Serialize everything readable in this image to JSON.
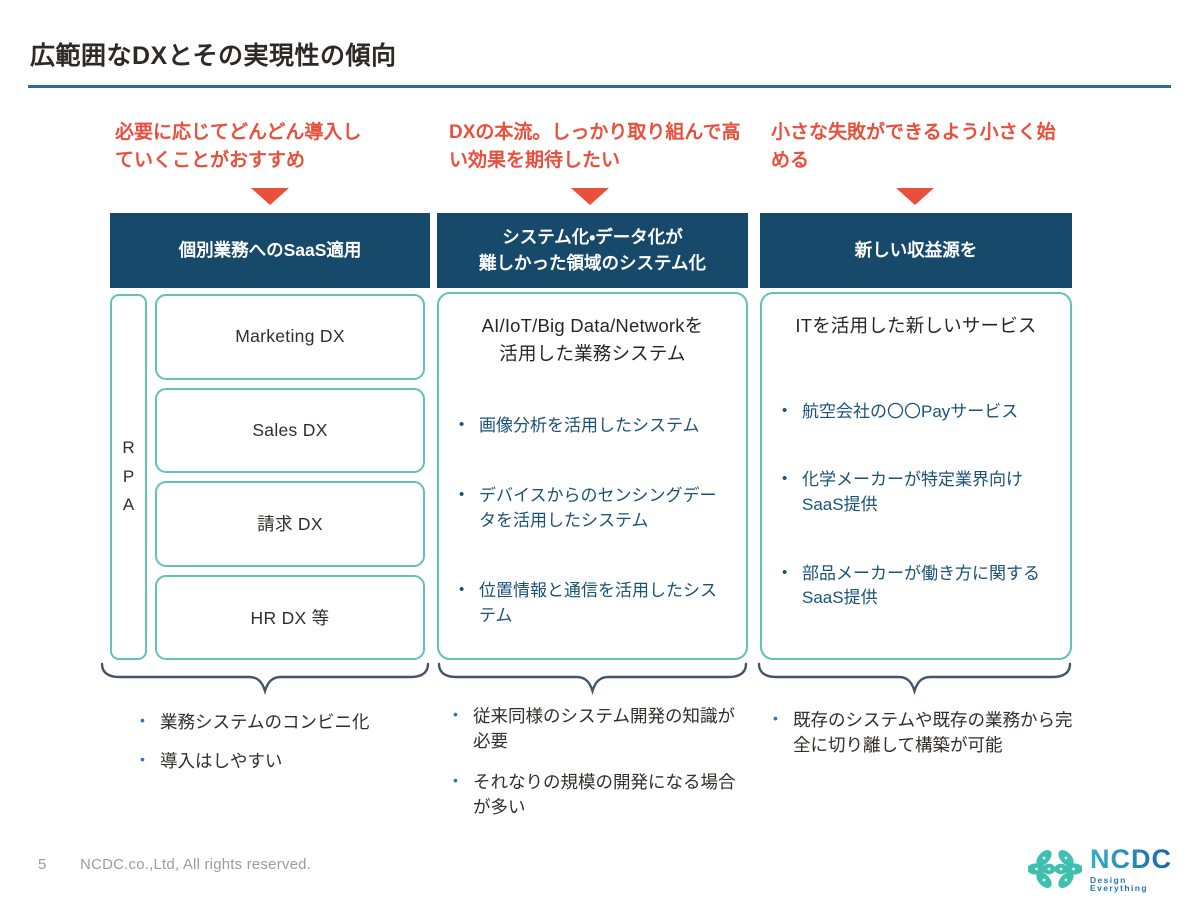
{
  "slide": {
    "title": "広範囲なDXとその実現性の傾向",
    "page_number": "5",
    "copyright": "NCDC.co.,Ltd, All rights reserved."
  },
  "colors": {
    "header_navy": "#17496b",
    "box_border_teal": "#62c2b5",
    "annotation_red": "#e8503c",
    "title_rule_blue": "#2e6b93",
    "content_text_blue": "#1a5278",
    "brace_gray": "#44546a"
  },
  "columns": [
    {
      "annotation": "必要に応じてどんどん導入していくことがおすすめ",
      "header_lines": [
        "個別業務へのSaaS適用"
      ],
      "side_label": "R\nP\nA",
      "boxes": [
        "Marketing DX",
        "Sales DX",
        "請求 DX",
        "HR DX  等"
      ],
      "bottom_bullets": [
        "業務システムのコンビニ化",
        "導入はしやすい"
      ]
    },
    {
      "annotation": "DXの本流。しっかり取り組んで高い効果を期待したい",
      "header_lines": [
        "システム化・データ化が",
        "難しかった領域のシステム化"
      ],
      "content_heading_lines": [
        "AI/IoT/Big Data/Networkを",
        "活用した業務システム"
      ],
      "content_bullets": [
        "画像分析を活用したシステム",
        "デバイスからのセンシングデータを活用したシステム",
        "位置情報と通信を活用したシステム"
      ],
      "bottom_bullets": [
        "従来同様のシステム開発の知識が必要",
        "それなりの規模の開発になる場合が多い"
      ]
    },
    {
      "annotation": "小さな失敗ができるよう小さく始める",
      "header_lines": [
        "新しい収益源を"
      ],
      "content_heading_lines": [
        "ITを活用した新しいサービス"
      ],
      "content_bullets": [
        "航空会社の〇〇Payサービス",
        "化学メーカーが特定業界向けSaaS提供",
        "部品メーカーが働き方に関するSaaS提供"
      ],
      "bottom_bullets": [
        "既存のシステムや既存の業務から完全に切り離して構築が可能"
      ]
    }
  ],
  "logo": {
    "name": "NCDC",
    "tagline": "Design Everything"
  }
}
